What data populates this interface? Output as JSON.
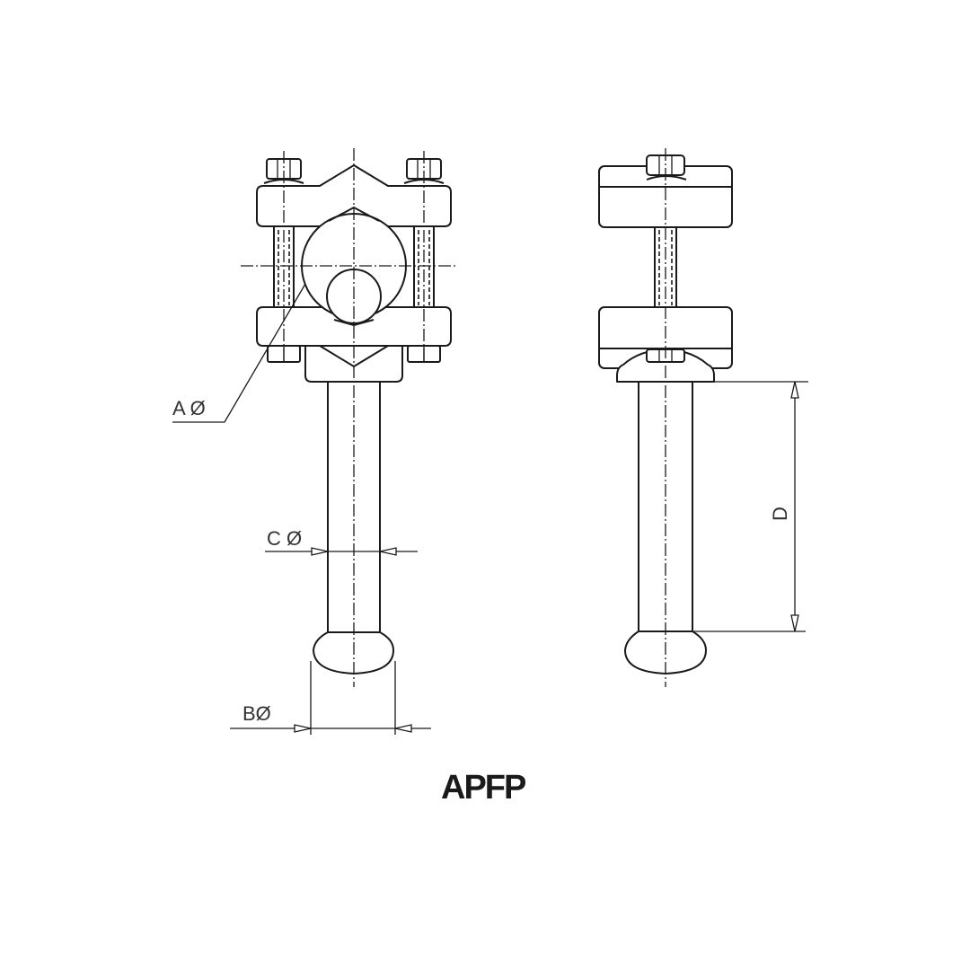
{
  "drawing": {
    "title": "APFP",
    "views": [
      "front-view",
      "side-view"
    ],
    "dimensions": {
      "a": "A Ø",
      "b": "BØ",
      "c": "C Ø",
      "d": "D"
    }
  }
}
